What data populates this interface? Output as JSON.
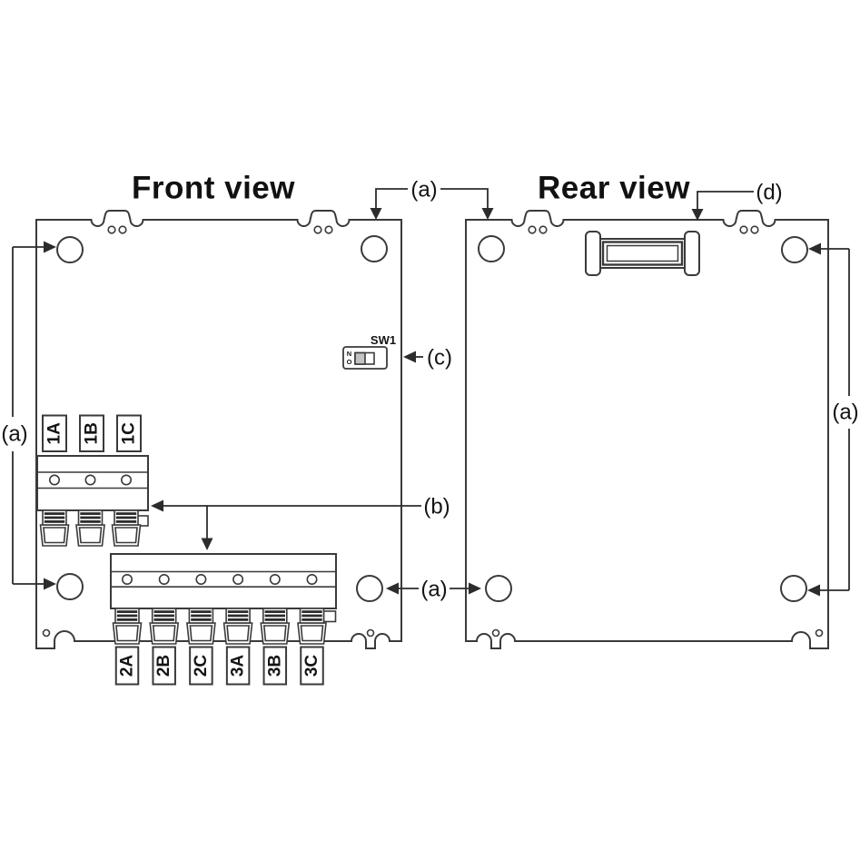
{
  "figure": {
    "front": {
      "title": "Front view",
      "upper_terminal_labels": [
        "1A",
        "1B",
        "1C"
      ],
      "lower_terminal_labels": [
        "2A",
        "2B",
        "2C",
        "3A",
        "3B",
        "3C"
      ],
      "switch": {
        "name": "SW1",
        "marking_top": "N",
        "marking_bottom": "O"
      }
    },
    "rear": {
      "title": "Rear view"
    },
    "callouts": {
      "a": "(a)",
      "b": "(b)",
      "c": "(c)",
      "d": "(d)"
    },
    "colors": {
      "line": "#3a3a3c",
      "text": "#141416",
      "switch_knob": "#c3c3c5",
      "background": "#ffffff"
    }
  }
}
